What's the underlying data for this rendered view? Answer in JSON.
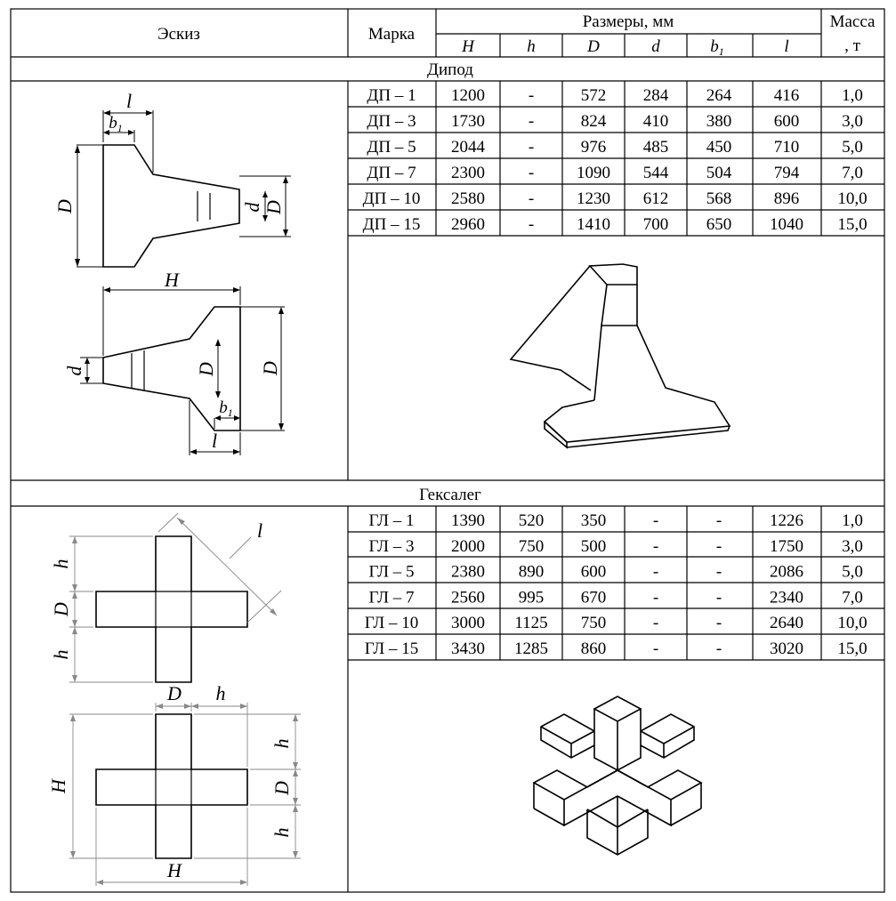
{
  "header": {
    "sketch": "Эскиз",
    "mark": "Марка",
    "dimensions": "Размеры, мм",
    "mass_line1": "Масса",
    "mass_line2": ", т",
    "col_H": "H",
    "col_h": "h",
    "col_D": "D",
    "col_d": "d",
    "col_b": "b",
    "col_b_sub": "1",
    "col_l": "l"
  },
  "sections": {
    "dipod": {
      "title": "Дипод",
      "rows": [
        [
          "ДП – 1",
          "1200",
          "-",
          "572",
          "284",
          "264",
          "416",
          "1,0"
        ],
        [
          "ДП – 3",
          "1730",
          "-",
          "824",
          "410",
          "380",
          "600",
          "3,0"
        ],
        [
          "ДП – 5",
          "2044",
          "-",
          "976",
          "485",
          "450",
          "710",
          "5,0"
        ],
        [
          "ДП – 7",
          "2300",
          "-",
          "1090",
          "544",
          "504",
          "794",
          "7,0"
        ],
        [
          "ДП – 10",
          "2580",
          "-",
          "1230",
          "612",
          "568",
          "896",
          "10,0"
        ],
        [
          "ДП – 15",
          "2960",
          "-",
          "1410",
          "700",
          "650",
          "1040",
          "15,0"
        ]
      ],
      "sketch_labels": {
        "l": "l",
        "b": "b",
        "b_sub": "1",
        "D": "D",
        "d": "d",
        "H": "H"
      }
    },
    "hexaleg": {
      "title": "Гексалег",
      "rows": [
        [
          "ГЛ – 1",
          "1390",
          "520",
          "350",
          "-",
          "-",
          "1226",
          "1,0"
        ],
        [
          "ГЛ – 3",
          "2000",
          "750",
          "500",
          "-",
          "-",
          "1750",
          "3,0"
        ],
        [
          "ГЛ – 5",
          "2380",
          "890",
          "600",
          "-",
          "-",
          "2086",
          "5,0"
        ],
        [
          "ГЛ – 7",
          "2560",
          "995",
          "670",
          "-",
          "-",
          "2340",
          "7,0"
        ],
        [
          "ГЛ – 10",
          "3000",
          "1125",
          "750",
          "-",
          "-",
          "2640",
          "10,0"
        ],
        [
          "ГЛ – 15",
          "3430",
          "1285",
          "860",
          "-",
          "-",
          "3020",
          "15,0"
        ]
      ],
      "sketch_labels": {
        "l": "l",
        "h": "h",
        "D": "D",
        "H": "H"
      }
    }
  }
}
